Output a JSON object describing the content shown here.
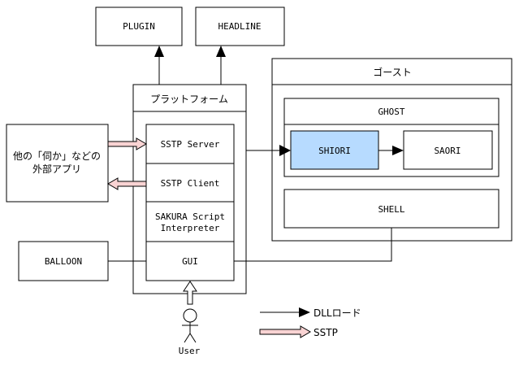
{
  "nodes": {
    "plugin": "PLUGIN",
    "headline": "HEADLINE",
    "ghost_outer": "ゴースト",
    "ghost": "GHOST",
    "shiori": "SHIORI",
    "saori": "SAORI",
    "shell": "SHELL",
    "platform": "プラットフォーム",
    "sstp_server": "SSTP Server",
    "sstp_client": "SSTP Client",
    "sakura_script_line1": "SAKURA Script",
    "sakura_script_line2": "Interpreter",
    "gui": "GUI",
    "external_app_line1": "他の「伺か」などの",
    "external_app_line2": "外部アプリ",
    "balloon": "BALLOON",
    "user": "User"
  },
  "legend": {
    "dll_load": "DLLロード",
    "sstp": "SSTP"
  },
  "colors": {
    "shiori_fill": "#b7dbff",
    "sstp_arrow_fill": "#f9d3d3",
    "stroke": "#000000"
  }
}
